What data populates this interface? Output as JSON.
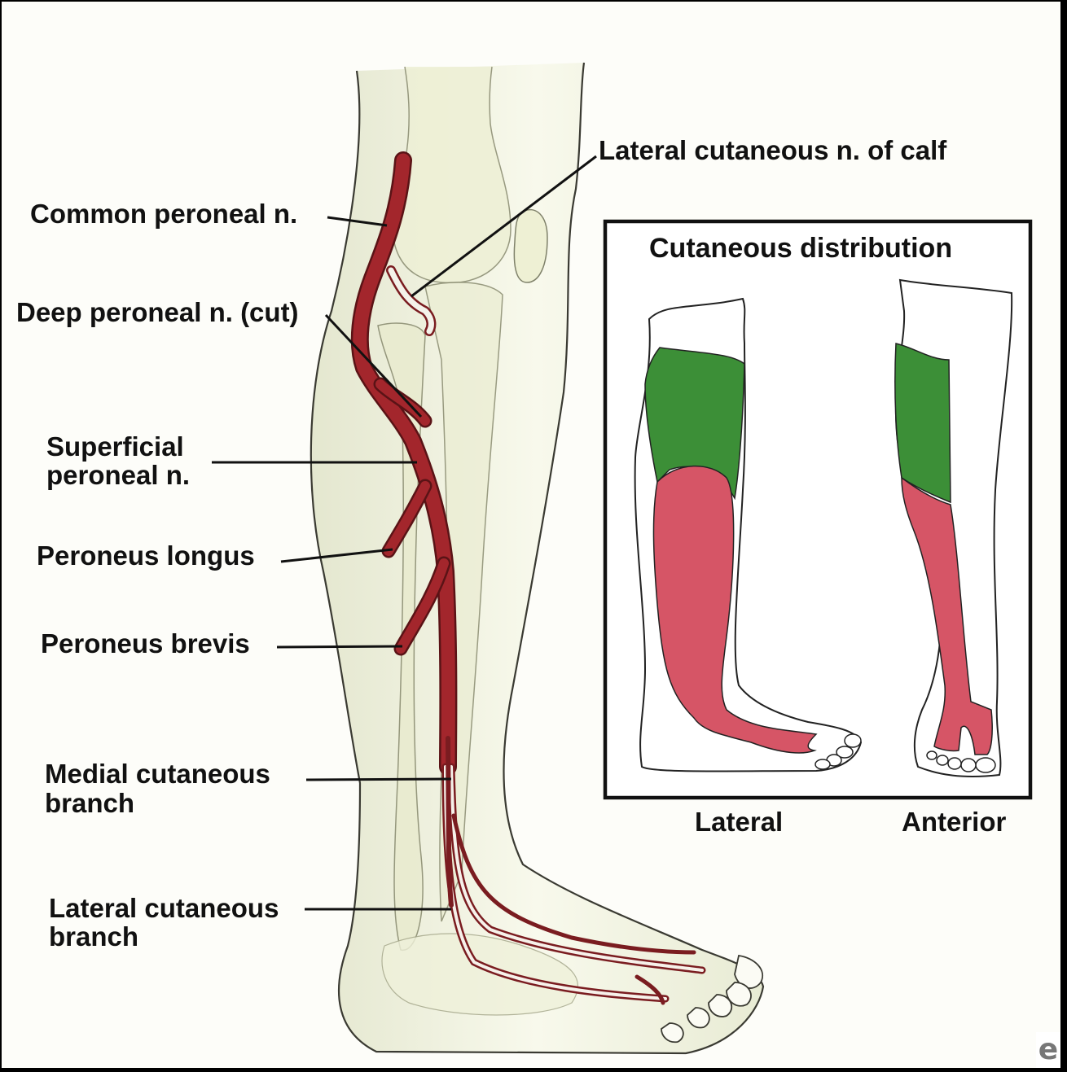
{
  "labels": {
    "common_peroneal": "Common peroneal n.",
    "deep_peroneal": "Deep peroneal n. (cut)",
    "lateral_cutaneous_calf": "Lateral cutaneous n. of calf",
    "superficial_peroneal_1": "Superficial",
    "superficial_peroneal_2": "peroneal n.",
    "peroneus_longus": "Peroneus longus",
    "peroneus_brevis": "Peroneus brevis",
    "medial_cutaneous_1": "Medial cutaneous",
    "medial_cutaneous_2": "branch",
    "lateral_cutaneous_1": "Lateral cutaneous",
    "lateral_cutaneous_2": "branch"
  },
  "inset": {
    "title": "Cutaneous distribution",
    "view_lateral": "Lateral",
    "view_anterior": "Anterior"
  },
  "colors": {
    "nerve": "#a3262c",
    "region_green": "#3c8f37",
    "region_red": "#d65566",
    "bone": "#e9ecd2"
  },
  "logo_char": "e"
}
